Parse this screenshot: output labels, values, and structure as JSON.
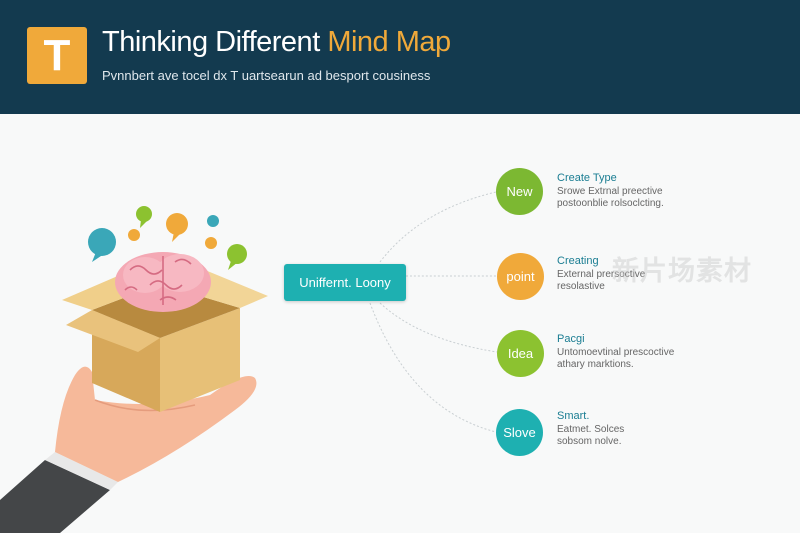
{
  "header": {
    "logo_letter": "T",
    "title_main": "Thinking Different ",
    "title_accent": "Mind Map",
    "subtitle": "Pvnnbert ave tocel dx T uartsearun ad besport cousiness"
  },
  "colors": {
    "header_bg": "#133a4f",
    "accent_orange": "#f0a93a",
    "teal": "#1eb0b1",
    "green": "#7cb832",
    "orange": "#f0a93a",
    "lime": "#8cc230"
  },
  "center_node": {
    "label": "Uniffernt. Loony"
  },
  "branches": [
    {
      "circle_label": "New",
      "color": "#7cb832",
      "title": "Create Type",
      "desc_line1": "Srowe Extrnal preective",
      "desc_line2": "postoonblie rolsoclcting."
    },
    {
      "circle_label": "point",
      "color": "#f0a93a",
      "title": "Creating",
      "desc_line1": "External prersoctive",
      "desc_line2": "resolastive"
    },
    {
      "circle_label": "Idea",
      "color": "#8cc230",
      "title": "Pacgi",
      "desc_line1": "Untomoevtinal prescoctive",
      "desc_line2": "athary marktions."
    },
    {
      "circle_label": "Slove",
      "color": "#1eb0b1",
      "title": "Smart.",
      "desc_line1": "Eatmet. Solces",
      "desc_line2": "sobsom nolve."
    }
  ],
  "illustration": {
    "icons": [
      "hand-icon",
      "box-icon",
      "brain-icon",
      "speech-bubble-icon"
    ]
  },
  "watermark": "新片场素材"
}
